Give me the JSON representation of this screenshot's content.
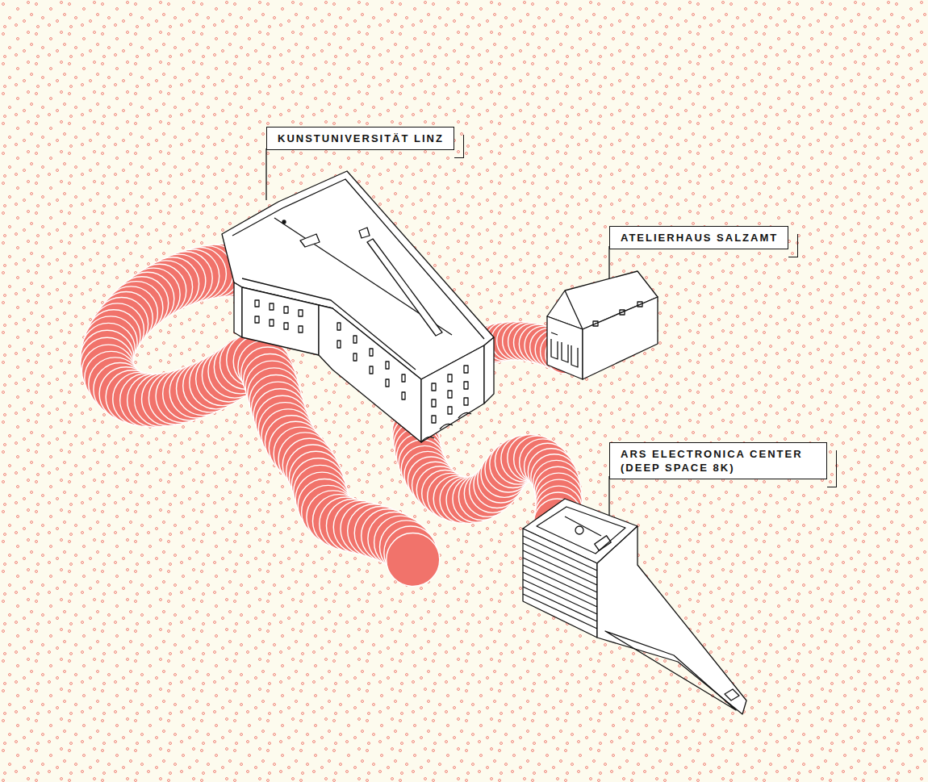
{
  "diagram": {
    "nodes": [
      {
        "text": [
          "KUNSTUNIVERSITÄT LINZ"
        ]
      },
      {
        "text": [
          "ATELIERHAUS SALZAMT"
        ]
      },
      {
        "text": [
          "ARS ELECTRONICA CENTER (DEEP SPACE 8K)"
        ]
      }
    ]
  }
}
